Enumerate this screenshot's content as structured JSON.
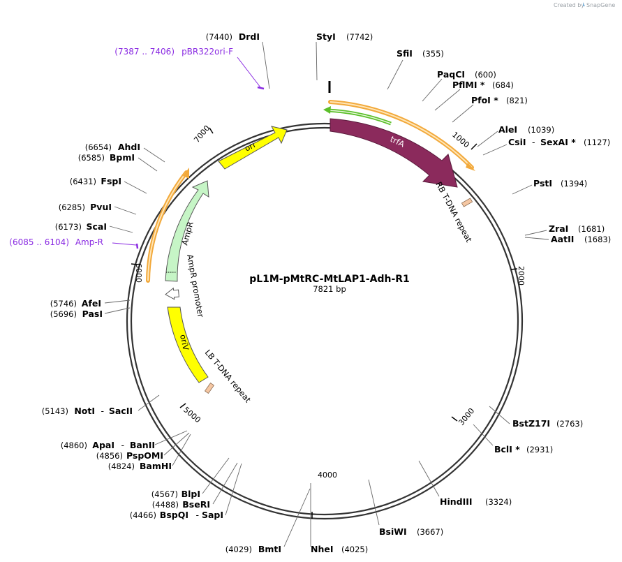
{
  "credit": {
    "created_by": "Created by",
    "brand": "SnapGene"
  },
  "plasmid": {
    "name": "pL1M-pMtRC-MtLAP1-Adh-R1",
    "length_label": "7821 bp"
  },
  "ticks": [
    "1000",
    "2000",
    "3000",
    "4000",
    "5000",
    "6000",
    "7000"
  ],
  "features": {
    "ori": "ori",
    "trfA": "trfA",
    "ampr": "AmpR",
    "ampr_promoter": "AmpR promoter",
    "oriV": "oriV",
    "rb": "RB T-DNA repeat",
    "lb": "LB T-DNA repeat"
  },
  "sites": {
    "styi": {
      "name": "StyI",
      "pos": "(7742)"
    },
    "sfii": {
      "name": "SfiI",
      "pos": "(355)"
    },
    "paqci": {
      "name": "PaqCI",
      "pos": "(600)"
    },
    "pflmi": {
      "name": "PflMI *",
      "pos": "(684)"
    },
    "pfoi": {
      "name": "PfoI *",
      "pos": "(821)"
    },
    "alei": {
      "name": "AleI",
      "pos": "(1039)"
    },
    "csii": {
      "name": "CsiI",
      "pos": "(1127)",
      "sep": "-",
      "name2": "SexAI *"
    },
    "psti": {
      "name": "PstI",
      "pos": "(1394)"
    },
    "zrai": {
      "name": "ZraI",
      "pos": "(1681)"
    },
    "aatii": {
      "name": "AatII",
      "pos": "(1683)"
    },
    "bstz17i": {
      "name": "BstZ17I",
      "pos": "(2763)"
    },
    "bcli": {
      "name": "BclI *",
      "pos": "(2931)"
    },
    "hindiii": {
      "name": "HindIII",
      "pos": "(3324)"
    },
    "bsiwi": {
      "name": "BsiWI",
      "pos": "(3667)"
    },
    "nhei": {
      "name": "NheI",
      "pos": "(4025)"
    },
    "bmti": {
      "name": "BmtI",
      "pos": "(4029)"
    },
    "bspqi": {
      "name": "BspQI",
      "pos": "(4466)",
      "sep": "-",
      "name2": "SapI"
    },
    "bseri": {
      "name": "BseRI",
      "pos": "(4488)"
    },
    "blpi": {
      "name": "BlpI",
      "pos": "(4567)"
    },
    "bamhi": {
      "name": "BamHI",
      "pos": "(4824)"
    },
    "psponi": {
      "name": "PspOMI",
      "pos": "(4856)"
    },
    "apai": {
      "name": "ApaI",
      "pos": "(4860)",
      "sep": "-",
      "name2": "BanII"
    },
    "noti": {
      "name": "NotI",
      "pos": "(5143)",
      "sep": "-",
      "name2": "SacII"
    },
    "pasi": {
      "name": "PasI",
      "pos": "(5696)"
    },
    "afei": {
      "name": "AfeI",
      "pos": "(5746)"
    },
    "scai": {
      "name": "ScaI",
      "pos": "(6173)"
    },
    "pvui": {
      "name": "PvuI",
      "pos": "(6285)"
    },
    "fspi": {
      "name": "FspI",
      "pos": "(6431)"
    },
    "bpmi": {
      "name": "BpmI",
      "pos": "(6585)"
    },
    "ahdi": {
      "name": "AhdI",
      "pos": "(6654)"
    },
    "drdi": {
      "name": "DrdI",
      "pos": "(7440)"
    }
  },
  "primers": {
    "pbr322": {
      "range": "(7387 .. 7406)",
      "name": "pBR322ori-F"
    },
    "ampr": {
      "range": "(6085 .. 6104)",
      "name": "Amp-R"
    }
  },
  "colors": {
    "backbone": "#333333",
    "trfA": "#8b2a5c",
    "ori": "#ffff00",
    "ampr": "#c6f5c6",
    "orange": "#f2a93b",
    "green": "#5cbf2a",
    "primer": "#8a2be2",
    "repeat": "#f5c7a3"
  }
}
